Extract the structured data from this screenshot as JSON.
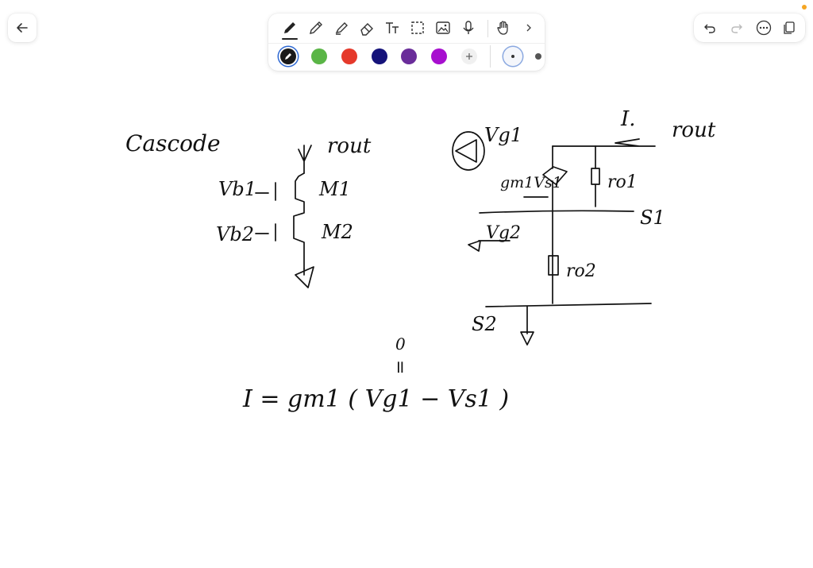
{
  "colors": {
    "ink": "#111111",
    "palette": [
      "#1a1a1a",
      "#5ab546",
      "#e5392b",
      "#15137a",
      "#6a2d9a",
      "#a70fcf"
    ],
    "status_dot": "#f5a623",
    "accent_active": "#2c67d2"
  },
  "icons": {
    "back": "arrow-left-icon",
    "tools": [
      "pen-icon",
      "pencil-icon",
      "highlighter-icon",
      "eraser-icon",
      "text-icon",
      "lasso-select-icon",
      "image-icon",
      "microphone-icon",
      "hand-icon",
      "chevron-right-icon"
    ],
    "history": [
      "undo-icon",
      "redo-icon",
      "more-icon",
      "copy-icon"
    ]
  },
  "notes": {
    "title": "Cascode",
    "rout": "rout",
    "vb1": "Vb1",
    "vb2": "Vb2",
    "m1": "M1",
    "m2": "M2",
    "i_label": "I.",
    "rout2": "rout",
    "vg1": "Vg1",
    "gm_vs": "gm1Vs1",
    "ro1": "ro1",
    "s1": "S1",
    "vg2": "Vg2",
    "ro2": "ro2",
    "s2": "S2",
    "zero": "0",
    "equals_vert": "=",
    "equation": "I = gm1 ( Vg1 − Vs1 )"
  }
}
